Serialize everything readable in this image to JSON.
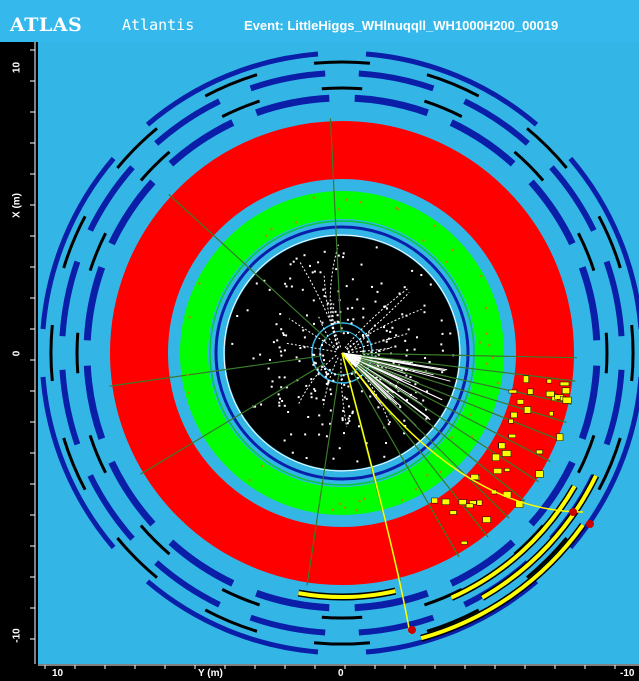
{
  "header": {
    "brand": "ATLAS",
    "app_name": "Atlantis",
    "event_label": "Event: LittleHiggs_WHlnuqqll_WH1000H200_00019"
  },
  "axes": {
    "y_axis_title": "X (m)",
    "x_axis_title": "Y (m)",
    "y_ticks": [
      "10",
      "0",
      "-10"
    ],
    "x_ticks": [
      "10",
      "0",
      "-10"
    ]
  },
  "colors": {
    "background": "#33b6e6",
    "calorimeter_red": "#ff0000",
    "calorimeter_green": "#00ff00",
    "muon_blue": "#0a1ea8",
    "muon_yellow": "#ffff00",
    "tracker": "#000000"
  }
}
